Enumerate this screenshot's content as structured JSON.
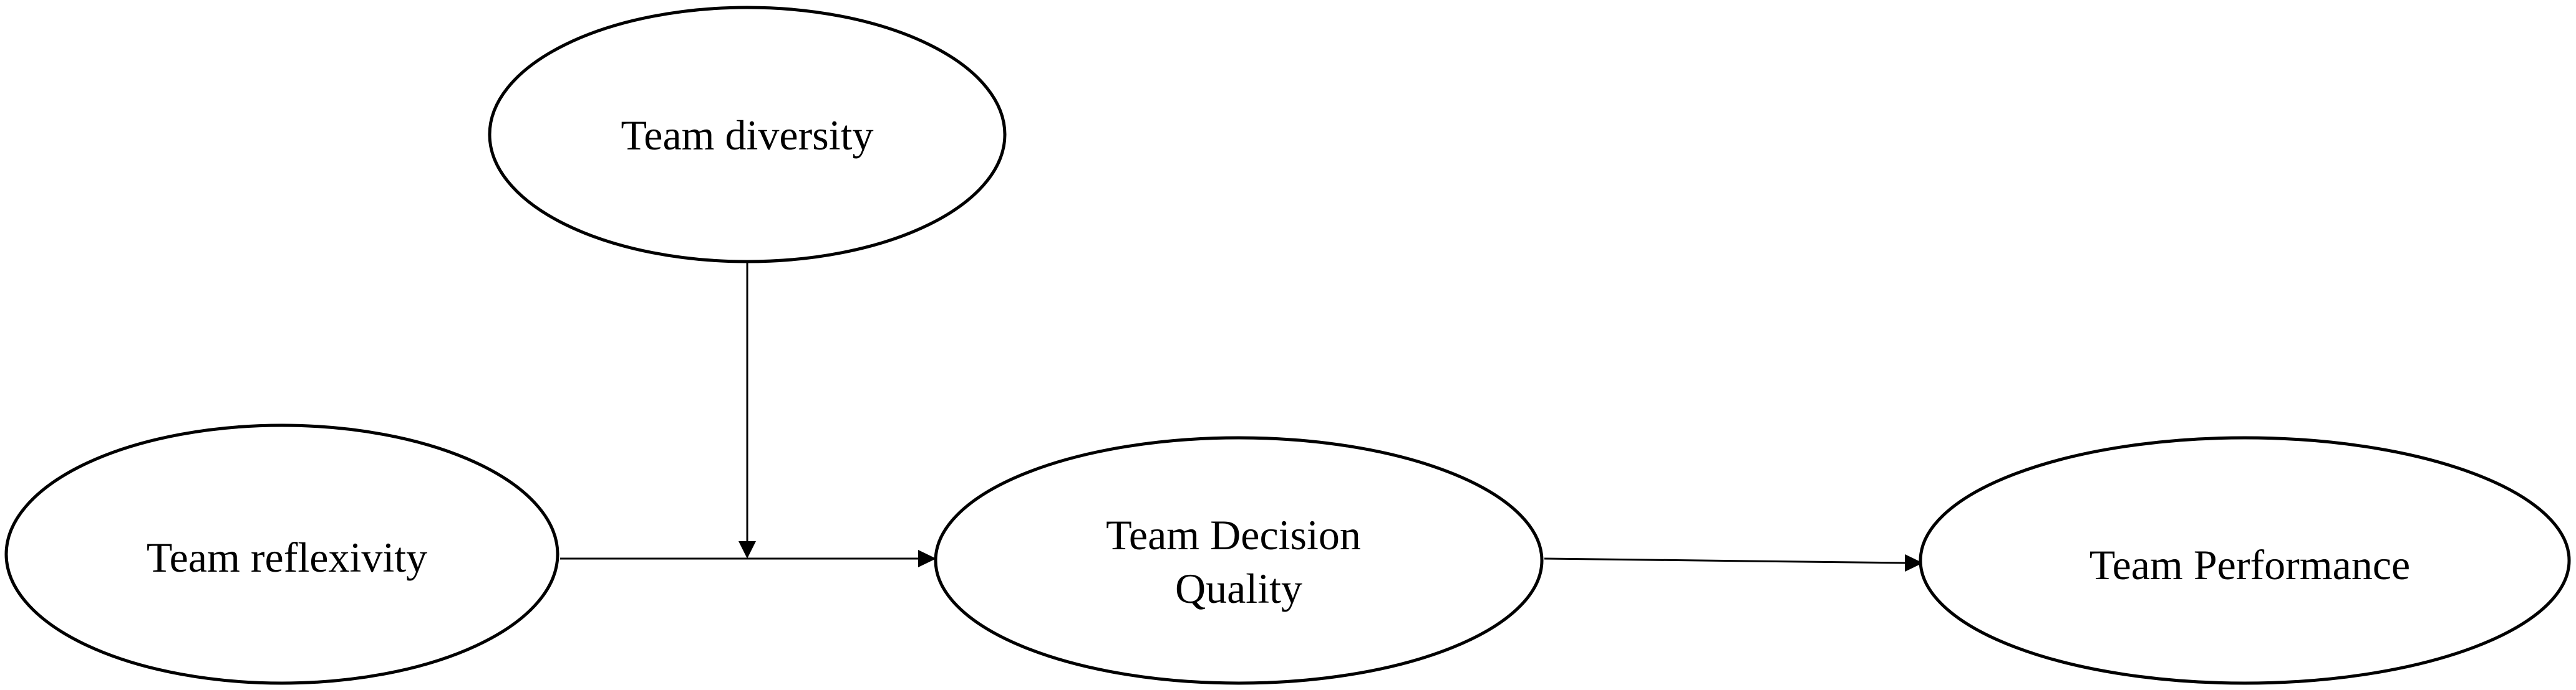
{
  "diagram": {
    "nodes": {
      "team_diversity": {
        "lines": [
          "Team diversity"
        ]
      },
      "team_reflexivity": {
        "lines": [
          "Team reflexivity"
        ]
      },
      "team_decision_quality": {
        "lines": [
          "Team Decision",
          "Quality"
        ]
      },
      "team_performance": {
        "lines": [
          "Team Performance"
        ]
      }
    },
    "edges": [
      {
        "from": "team_reflexivity",
        "to": "team_decision_quality",
        "type": "direct-effect"
      },
      {
        "from": "team_diversity",
        "to": "team_reflexivity->team_decision_quality",
        "type": "moderation"
      },
      {
        "from": "team_decision_quality",
        "to": "team_performance",
        "type": "direct-effect"
      }
    ],
    "colors": {
      "stroke": "#000000",
      "fill": "#ffffff",
      "text": "#000000"
    }
  }
}
